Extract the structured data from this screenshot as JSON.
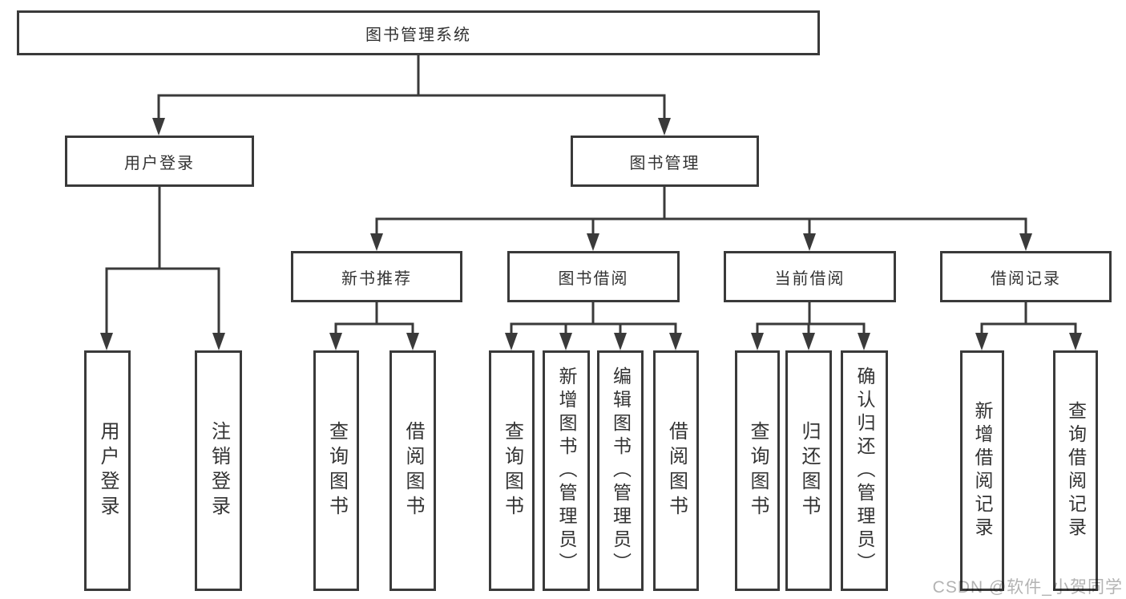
{
  "diagram_type": "hierarchy-tree",
  "colors": {
    "line": "#3a3a3a",
    "text": "#333333",
    "box_background": "#ffffff",
    "watermark": "#b3b3b3",
    "background": "#ffffff"
  },
  "watermark": {
    "text": "CSDN @软件_小贺同学"
  },
  "tree": {
    "label": "图书管理系统",
    "children": [
      {
        "label": "用户登录",
        "children": [
          {
            "label": "用户登录"
          },
          {
            "label": "注销登录"
          }
        ]
      },
      {
        "label": "图书管理",
        "children": [
          {
            "label": "新书推荐",
            "children": [
              {
                "label": "查询图书"
              },
              {
                "label": "借阅图书"
              }
            ]
          },
          {
            "label": "图书借阅",
            "children": [
              {
                "label": "查询图书"
              },
              {
                "label": "新增图书（管理员）"
              },
              {
                "label": "编辑图书（管理员）"
              },
              {
                "label": "借阅图书"
              }
            ]
          },
          {
            "label": "当前借阅",
            "children": [
              {
                "label": "查询图书"
              },
              {
                "label": "归还图书"
              },
              {
                "label": "确认归还（管理员）"
              }
            ]
          },
          {
            "label": "借阅记录",
            "children": [
              {
                "label": "新增借阅记录"
              },
              {
                "label": "查询借阅记录"
              }
            ]
          }
        ]
      }
    ]
  }
}
